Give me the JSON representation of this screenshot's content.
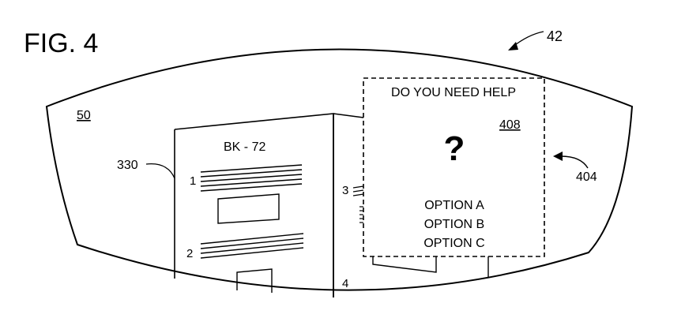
{
  "figure_label": "FIG. 4",
  "refs": {
    "display": "42",
    "view": "50",
    "machine": "330",
    "help_window": "404",
    "help_panel": "408"
  },
  "machine": {
    "model": "BK - 72",
    "callouts": [
      "1",
      "2",
      "3",
      "4"
    ]
  },
  "help_window": {
    "title": "DO YOU NEED HELP",
    "symbol": "?",
    "options": [
      "OPTION A",
      "OPTION B",
      "OPTION C"
    ]
  }
}
